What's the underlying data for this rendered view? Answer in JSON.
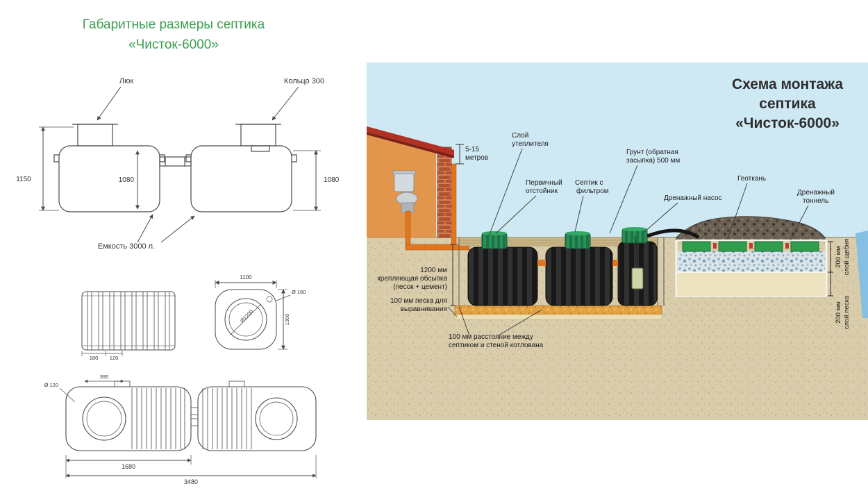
{
  "left_panel": {
    "title_line1": "Габаритные размеры септика",
    "title_line2": "«Чисток-6000»",
    "top_drawing": {
      "hatch_label": "Люк",
      "ring_label": "Кольцо 300",
      "capacity_label": "Емкость 3000 л.",
      "dim_height_total": "1150",
      "dim_height_tank1": "1080",
      "dim_height_tank2": "1080"
    },
    "middle_drawing": {
      "dim_width_top": "1100",
      "dim_height_right": "1300",
      "dim_diameter_inlet": "Ø 160",
      "dim_diameter_body": "Ø1200",
      "dim_rib_1": "180",
      "dim_rib_2": "120"
    },
    "bottom_drawing": {
      "dim_neck": "390",
      "dim_inlet": "Ø 120",
      "dim_length_tank": "1680",
      "dim_length_total": "3480"
    }
  },
  "right_panel": {
    "title_line1": "Схема монтажа",
    "title_line2": "септика",
    "title_line3": "«Чисток-6000»",
    "labels": {
      "distance_line1": "5-15",
      "distance_line2": "метров",
      "insulation_line1": "Слой",
      "insulation_line2": "утеплителя",
      "primary_line1": "Первичный",
      "primary_line2": "отстойник",
      "septic_line1": "Септик с",
      "septic_line2": "фильтром",
      "backfill_line1": "Грунт (обратная",
      "backfill_line2": "засыпка) 500 мм",
      "geotextile": "Геоткань",
      "pump": "Дренажный насос",
      "tunnel_line1": "Дренажный",
      "tunnel_line2": "тоннель",
      "bedding_line1": "1200 мм",
      "bedding_line2": "крепляющая обсыпка",
      "bedding_line3": "(песок + цемент)",
      "leveling_line1": "100 мм песка для",
      "leveling_line2": "выравнивания",
      "clearance_line1": "100 мм расстояние между",
      "clearance_line2": "септиком и стеной котлована",
      "gravel_line1": "200 мм",
      "gravel_line2": "слой щебня",
      "sand_line1": "200 мм",
      "sand_line2": "слой песка"
    }
  },
  "colors": {
    "title_green": "#3c9d52",
    "sky_blue": "#cfe9f4",
    "sand": "#d9ccab",
    "tank_black": "#1d1d1d",
    "lid_green": "#2f9e5b",
    "pipe_orange": "#e0761f",
    "roof_red": "#b23125",
    "wall_orange": "#e2964b"
  }
}
